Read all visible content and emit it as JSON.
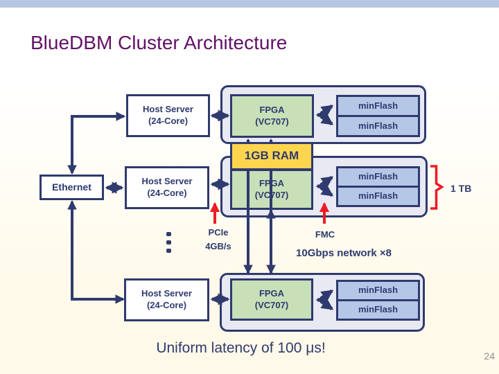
{
  "slide": {
    "title": "BlueDBM Cluster Architecture",
    "footer": "Uniform latency of 100 μs!",
    "page_number": "24"
  },
  "labels": {
    "host_server": {
      "line1": "Host Server",
      "line2": "(24-Core)"
    },
    "fpga": {
      "line1": "FPGA",
      "line2": "(VC707)"
    },
    "minflash": "minFlash",
    "ram": "1GB RAM",
    "ethernet": "Ethernet",
    "pcie": {
      "line1": "PCIe",
      "line2": "4GB/s"
    },
    "fmc": "FMC",
    "network": "10Gbps network ×8",
    "capacity": "1 TB"
  },
  "colors": {
    "navy": "#2F3A6E",
    "red": "#ED1B24",
    "ram_yellow": "#FFD54F",
    "fpga_green": "#C8DFB8",
    "minflash_blue": "#B4C7E7",
    "node_container": "#E8E9F2",
    "top_bar": "#B5C7E0",
    "title_purple": "#621166",
    "background_cream": "#FFF9E9",
    "page_number_gray": "#8E8E9A"
  }
}
